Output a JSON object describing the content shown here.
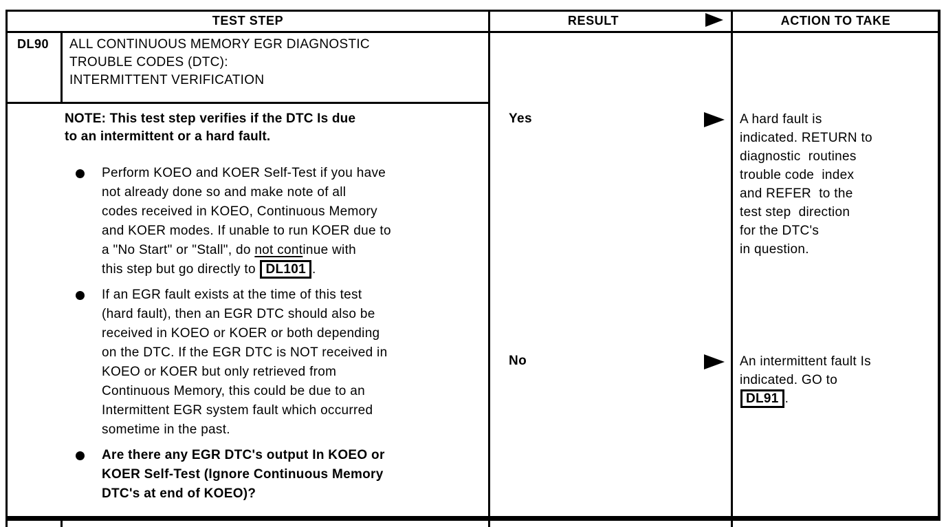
{
  "document": {
    "type_label": "diagnostic-test-table",
    "headers": {
      "test_step": "TEST STEP",
      "result": "RESULT",
      "action": "ACTION TO TAKE"
    },
    "icons": {
      "result_arrow": "filled-right-arrow",
      "bullet": "filled-circle-bullet"
    },
    "step": {
      "code": "DL90",
      "title_lines": [
        "ALL CONTINUOUS MEMORY EGR DIAGNOSTIC",
        "TROUBLE CODES (DTC):",
        "INTERMITTENT VERIFICATION"
      ]
    },
    "note_lines": [
      "NOTE: This test step verifies if the DTC Is due",
      "to an intermittent or a hard fault."
    ],
    "bullets": [
      {
        "bold": false,
        "lines": [
          "Perform KOEO and KOER Self-Test if you have",
          "not already done so and make note of all",
          "codes received in KOEO, Continuous Memory",
          "and KOER modes. If unable to run KOER due to",
          [
            {
              "t": "a \"No Start\" or \"Stall\", do "
            },
            {
              "t": "not cont",
              "s": "u"
            },
            {
              "t": "inue with"
            }
          ],
          [
            {
              "t": "this step but go directly to "
            },
            {
              "t": "DL101",
              "s": "box"
            },
            {
              "t": "."
            }
          ]
        ]
      },
      {
        "bold": false,
        "lines": [
          "If an EGR fault exists at the time of this test",
          "(hard fault), then an EGR DTC should also be",
          "received in KOEO or KOER or both depending",
          "on the DTC. If the EGR DTC is NOT received in",
          "KOEO or KOER but only retrieved from",
          "Continuous Memory, this could be due to an",
          "Intermittent EGR system fault which occurred",
          "sometime in the past."
        ]
      },
      {
        "bold": true,
        "lines": [
          "Are there any EGR DTC's output In KOEO or",
          "KOER Self-Test (Ignore Continuous Memory",
          "DTC's at end of KOEO)?"
        ]
      }
    ],
    "results": [
      {
        "label": "Yes",
        "action_lines": [
          "A hard fault is",
          "indicated. RETURN to",
          "diagnostic  routines",
          "trouble code  index",
          "and REFER  to the",
          "test step  direction",
          "for the DTC's",
          "in question."
        ]
      },
      {
        "label": "No",
        "action_lines": [
          "An intermittent fault Is",
          "indicated. GO to",
          [
            {
              "t": "DL91",
              "s": "box"
            },
            {
              "t": "."
            }
          ]
        ]
      }
    ]
  }
}
